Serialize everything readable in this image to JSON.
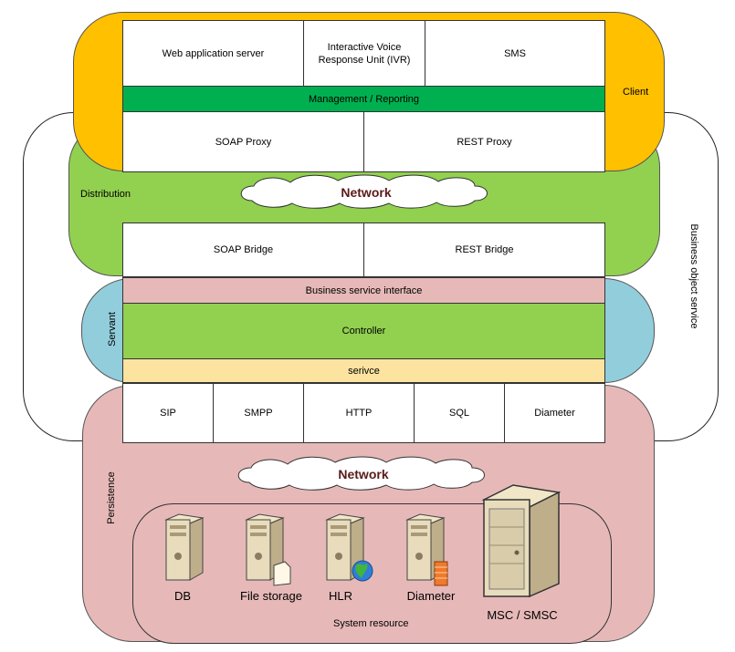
{
  "client": {
    "label": "Client",
    "cells": [
      "Web application server",
      "Interactive Voice Response Unit (IVR)",
      "SMS"
    ],
    "management": "Management / Reporting",
    "proxies": [
      "SOAP Proxy",
      "REST Proxy"
    ]
  },
  "distribution": {
    "label": "Distribution",
    "network": "Network",
    "bridges": [
      "SOAP Bridge",
      "REST Bridge"
    ]
  },
  "business_object": {
    "label": "Business object service"
  },
  "servant": {
    "label": "Servant",
    "interface": "Business service interface",
    "controller": "Controller",
    "service": "serivce"
  },
  "persistence": {
    "label": "Persistence",
    "protocols": [
      "SIP",
      "SMPP",
      "HTTP",
      "SQL",
      "Diameter"
    ],
    "network": "Network",
    "system_resource": "System resource",
    "servers": [
      "DB",
      "File storage",
      "HLR",
      "Diameter",
      "MSC / SMSC"
    ]
  },
  "colors": {
    "client": "#FFC000",
    "distribution": "#92D050",
    "servant": "#92CDDC",
    "persistence": "#E6B9B8",
    "management": "#00B050",
    "service": "#FCE4A0",
    "network_text": "#5A1A1A"
  }
}
